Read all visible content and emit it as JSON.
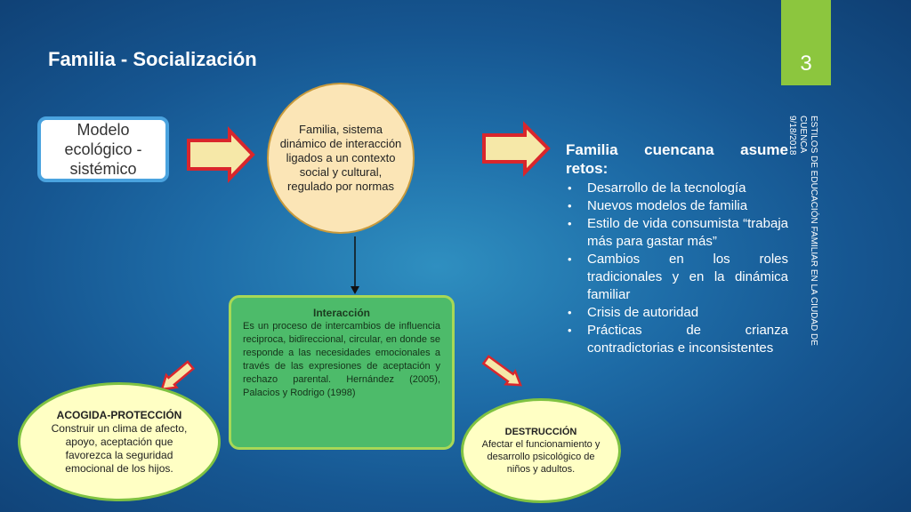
{
  "slide": {
    "title": "Familia - Socialización",
    "page_number": "3",
    "side_note": "ESTILOS DE EDUCACIÓN FAMILIAR EN LA CIUDAD DE CUENCA",
    "side_date": "9/18/2018"
  },
  "diagram": {
    "model_box": "Modelo ecológico - sistémico",
    "center_ellipse": "Familia, sistema dinámico de interacción ligados a un contexto social y cultural, regulado por normas",
    "interaction": {
      "title": "Interacción",
      "body": "Es un proceso de intercambios de influencia reciproca, bidireccional, circular, en donde se responde a las necesidades emocionales a través de las expresiones de aceptación y rechazo parental. Hernández (2005), Palacios y Rodrigo (1998)"
    },
    "acogida": {
      "title": "ACOGIDA-PROTECCIÓN",
      "body": "Construir un clima de afecto, apoyo, aceptación que favorezca la seguridad emocional de los hijos."
    },
    "destruccion": {
      "title": "DESTRUCCIÓN",
      "body": "Afectar el funcionamiento y desarrollo psicológico de niños y adultos."
    },
    "retos": {
      "title": "Familia cuencana asume retos:",
      "items": [
        "Desarrollo de la tecnología",
        "Nuevos modelos de familia",
        "Estilo de vida consumista “trabaja más para gastar más”",
        "Cambios en los roles tradicionales y en la dinámica familiar",
        "Crisis de autoridad",
        "Prácticas de crianza contradictorias e inconsistentes"
      ]
    }
  },
  "colors": {
    "background": "#1e6da8",
    "accent_green": "#8cc63e",
    "arrow_fill": "#f6e8a8",
    "arrow_stroke": "#d9262c"
  }
}
